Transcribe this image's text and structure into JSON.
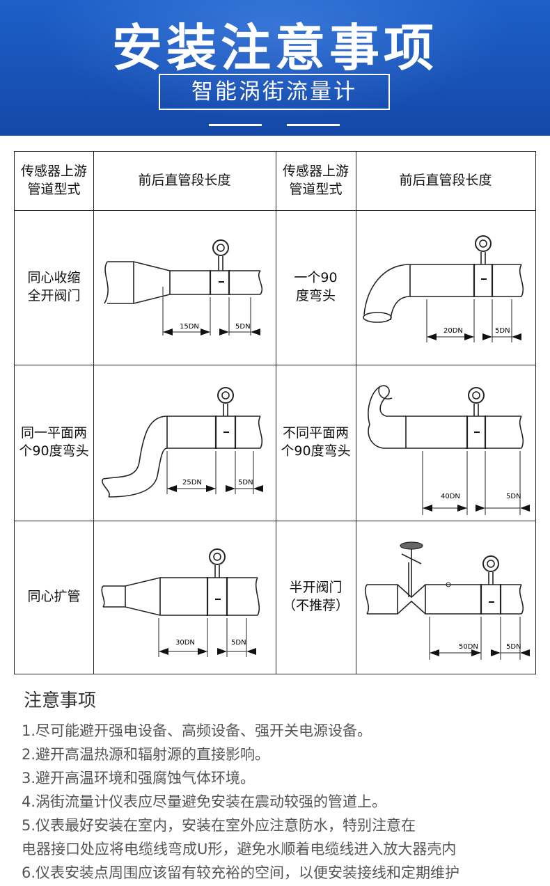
{
  "header": {
    "title": "安装注意事项",
    "subtitle": "智能涡街流量计"
  },
  "table": {
    "headers": [
      {
        "type_label": "传感器上游\n管道型式",
        "length_label": "前后直管段长度"
      },
      {
        "type_label": "传感器上游\n管道型式",
        "length_label": "前后直管段长度"
      }
    ],
    "rows": [
      [
        {
          "type": "同心收缩\n全开阀门",
          "upstream": "15DN",
          "downstream": "5DN"
        },
        {
          "type": "一个90\n度弯头",
          "upstream": "20DN",
          "downstream": "5DN"
        }
      ],
      [
        {
          "type": "同一平面两\n个90度弯头",
          "upstream": "25DN",
          "downstream": "5DN"
        },
        {
          "type": "不同平面两\n个90度弯头",
          "upstream": "40DN",
          "downstream": "5DN"
        }
      ],
      [
        {
          "type": "同心扩管",
          "upstream": "30DN",
          "downstream": "5DN"
        },
        {
          "type": "半开阀门\n（不推荐）",
          "upstream": "50DN",
          "downstream": "5DN"
        }
      ]
    ]
  },
  "notes": {
    "title": "注意事项",
    "items": [
      "1.尽可能避开强电设备、高频设备、强开关电源设备。",
      "2.避开高温热源和辐射源的直接影响。",
      "3.避开高温环境和强腐蚀气体环境。",
      "4.涡街流量计仪表应尽量避免安装在震动较强的管道上。",
      "5.仪表最好安装在室内，安装在室外应注意防水，特别注意在",
      "电器接口处应将电缆线弯成U形，避免水顺着电缆线进入放大器壳内",
      "6.仪表安装点周围应该留有较充裕的空间，以便安装接线和定期维护"
    ]
  },
  "colors": {
    "banner": "#1548a8",
    "text": "#111111",
    "note_text": "#555555"
  }
}
